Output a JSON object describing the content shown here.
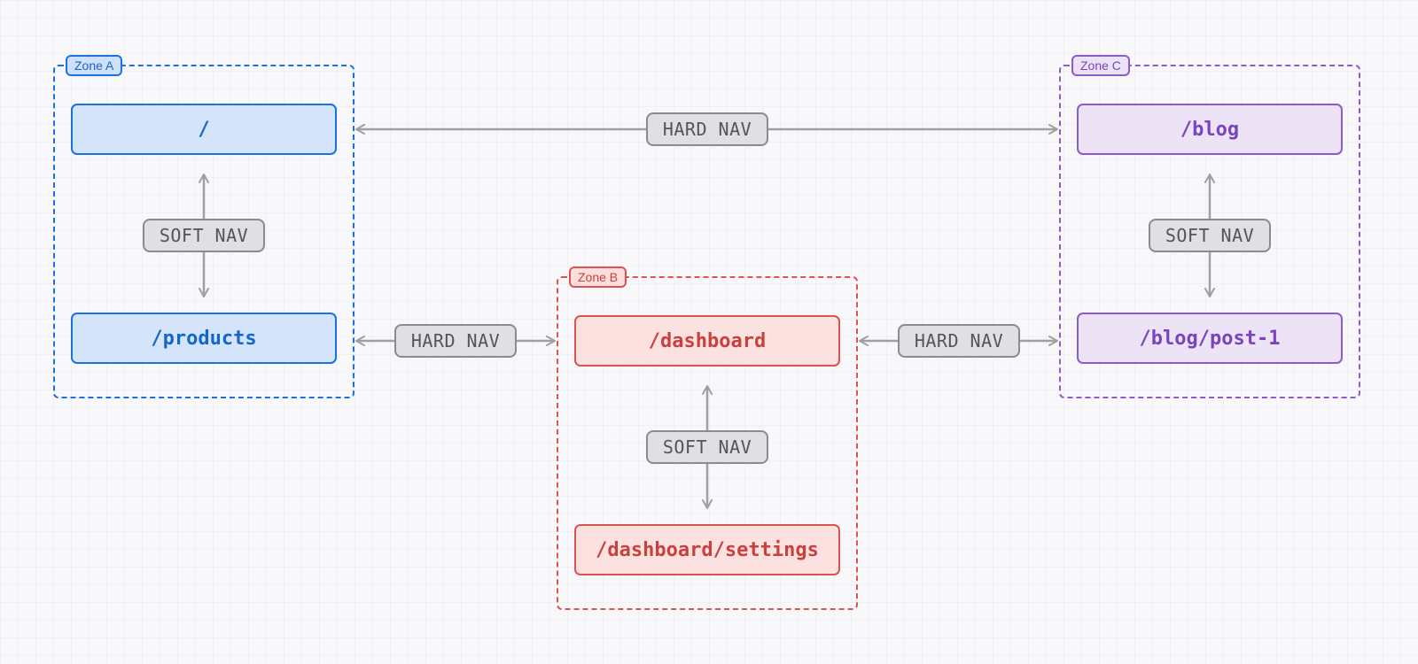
{
  "zones": {
    "a": {
      "label": "Zone A",
      "routes": [
        "/",
        "/products"
      ],
      "soft_nav": "SOFT NAV",
      "color": "#1a73dd"
    },
    "b": {
      "label": "Zone B",
      "routes": [
        "/dashboard",
        "/dashboard/settings"
      ],
      "soft_nav": "SOFT NAV",
      "color": "#dc5451"
    },
    "c": {
      "label": "Zone C",
      "routes": [
        "/blog",
        "/blog/post-1"
      ],
      "soft_nav": "SOFT NAV",
      "color": "#8d5bcc"
    }
  },
  "hard_nav": {
    "a_to_c": "HARD NAV",
    "a_to_b": "HARD NAV",
    "b_to_c": "HARD NAV"
  },
  "arrow_color": "#a0a0a2"
}
